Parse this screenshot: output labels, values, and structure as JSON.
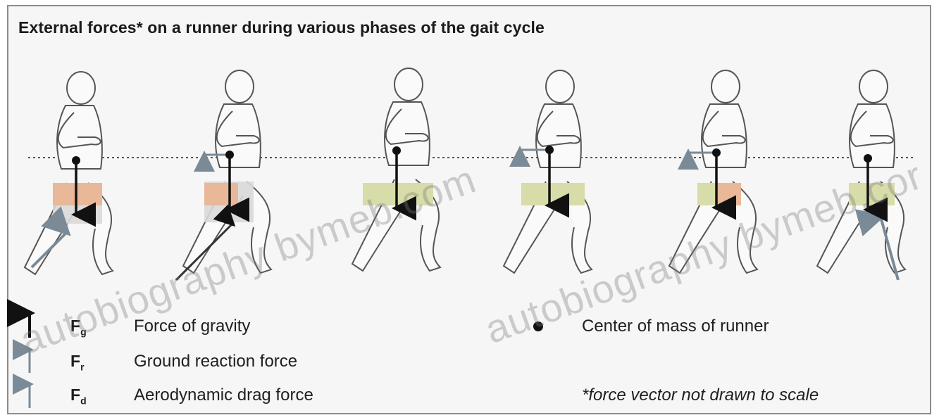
{
  "title": "External forces* on a runner during various phases of the gait cycle",
  "legend": [
    {
      "symbol": "F",
      "subscript": "g",
      "label": "Force of gravity",
      "arrow_color": "#111111"
    },
    {
      "symbol": "F",
      "subscript": "r",
      "label": "Ground reaction force",
      "arrow_color": "#7a8a96"
    },
    {
      "symbol": "F",
      "subscript": "d",
      "label": "Aerodynamic drag force",
      "arrow_color": "#7a8a96"
    }
  ],
  "center_of_mass_label": "Center of mass of runner",
  "footnote": "*force vector not drawn to scale",
  "watermark": [
    "autobiography bymeb.com",
    "autobiography bymeb.cor"
  ],
  "colors": {
    "shorts_green": "#d8dca8",
    "shorts_orange": "#e8b898",
    "gravity_arrow": "#111111",
    "reaction_arrow": "#7a8a96",
    "runner_outline": "#555555"
  },
  "runners": [
    {
      "phase": 1,
      "shorts": "orange"
    },
    {
      "phase": 2,
      "shorts": "orange"
    },
    {
      "phase": 3,
      "shorts": "green"
    },
    {
      "phase": 4,
      "shorts": "green"
    },
    {
      "phase": 5,
      "shorts": "orange"
    },
    {
      "phase": 6,
      "shorts": "green"
    }
  ]
}
